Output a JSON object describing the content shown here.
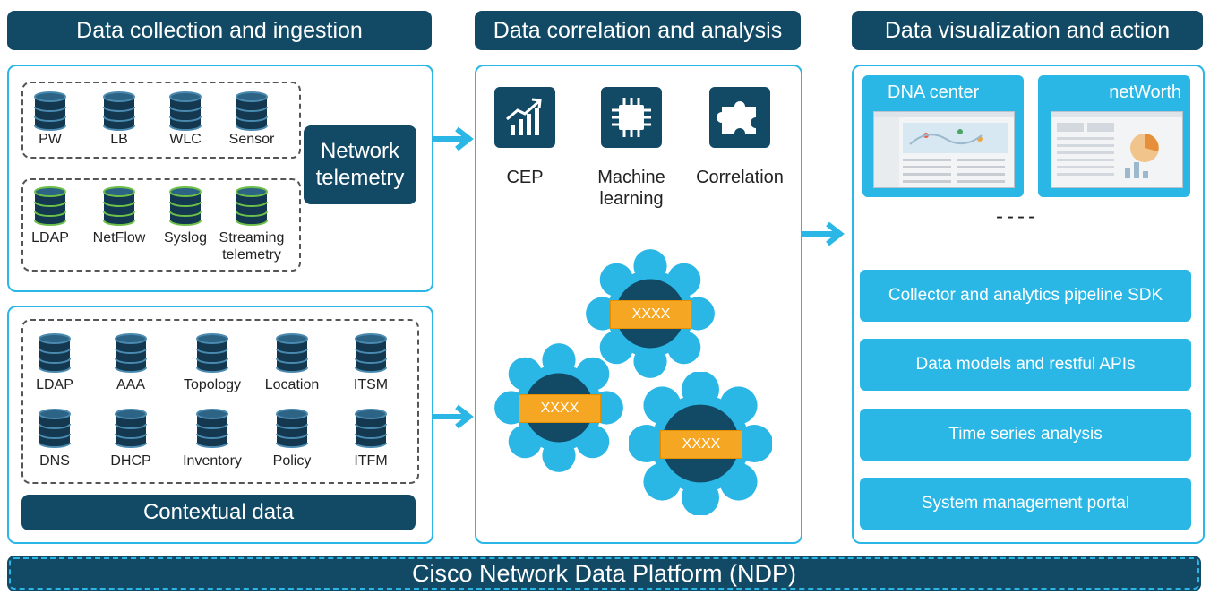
{
  "headers": {
    "collection": "Data collection and ingestion",
    "correlation": "Data correlation and analysis",
    "visualization": "Data visualization and action"
  },
  "telemetry": {
    "row1": [
      "PW",
      "LB",
      "WLC",
      "Sensor"
    ],
    "row2": [
      "LDAP",
      "NetFlow",
      "Syslog",
      "Streaming telemetry"
    ],
    "button_line1": "Network",
    "button_line2": "telemetry"
  },
  "contextual": {
    "row1": [
      "LDAP",
      "AAA",
      "Topology",
      "Location",
      "ITSM"
    ],
    "row2": [
      "DNS",
      "DHCP",
      "Inventory",
      "Policy",
      "ITFM"
    ],
    "label": "Contextual data"
  },
  "analysis": {
    "cep": "CEP",
    "ml_line1": "Machine",
    "ml_line2": "learning",
    "correlation": "Correlation",
    "gear_labels": [
      "XXXX",
      "XXXX",
      "XXXX"
    ]
  },
  "visualization": {
    "dna_center": "DNA center",
    "networth": "netWorth",
    "ellipsis": "----",
    "cards": [
      "Collector and analytics pipeline SDK",
      "Data models and restful APIs",
      "Time series analysis",
      "System management portal"
    ]
  },
  "footer": "Cisco Network Data Platform (NDP)",
  "colors": {
    "navy": "#124a66",
    "cyan": "#2bb7e6",
    "db_dark": "#1e4d6b",
    "db_green": "#6cc04a",
    "gear_orange": "#f5a623"
  },
  "icons": [
    "database-icon",
    "chart-trend-icon",
    "chip-icon",
    "puzzle-icon",
    "gear-icon",
    "arrow-right-icon"
  ]
}
